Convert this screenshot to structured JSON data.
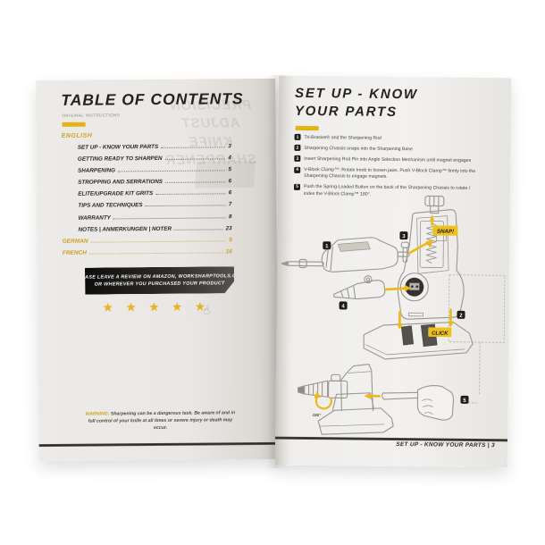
{
  "accent_color": "#E3B318",
  "left_page": {
    "title": "TABLE OF CONTENTS",
    "subtitle": "ORIGINAL INSTRUCTIONS",
    "ghost_showthrough": "PRECISION ADJUST KNIFE SHARPENER",
    "english_label": "ENGLISH",
    "toc": [
      {
        "label": "SET UP - KNOW YOUR PARTS",
        "page": "3"
      },
      {
        "label": "GETTING READY TO SHARPEN",
        "page": "4"
      },
      {
        "label": "SHARPENING",
        "page": "5"
      },
      {
        "label": "STROPPING AND SERRATIONS",
        "page": "6"
      },
      {
        "label": "ELITE/UPGRADE KIT GRITS",
        "page": "6"
      },
      {
        "label": "TIPS AND TECHNIQUES",
        "page": "7"
      },
      {
        "label": "WARRANTY",
        "page": "8"
      },
      {
        "label": "NOTES | ANMERKUNGEN | NOTER",
        "page": "23"
      }
    ],
    "languages": [
      {
        "label": "GERMAN",
        "page": "9"
      },
      {
        "label": "FRENCH",
        "page": "16"
      }
    ],
    "review_box": {
      "line1": "PLEASE LEAVE A REVIEW ON AMAZON, WORKSHARPTOOLS.COM",
      "line2": "OR WHEREVER YOU PURCHASED YOUR PRODUCT"
    },
    "stars": "★ ★ ★ ★ ★",
    "hand_icon": "☝",
    "warning": {
      "prefix": "WARNING:",
      "text": " Sharpening can be a dangerous task. Be aware of and in full control of your knife at all times or severe injury or death may occur."
    }
  },
  "right_page": {
    "title_line1": "SET UP - KNOW",
    "title_line2": "YOUR PARTS",
    "steps": [
      {
        "num": "1",
        "text": "Tri-Brasive® and the Sharpening Rod"
      },
      {
        "num": "2",
        "text": "Sharpening Chassis snaps into the Sharpening Base"
      },
      {
        "num": "3",
        "text": "Insert Sharpening Rod Pin into Angle Selection Mechanism until magnet engages"
      },
      {
        "num": "4",
        "text": "V-Block Clamp™: Rotate knob to loosen jaws. Push V-Block Clamp™ firmly into the Sharpening Chassis to engage magnets."
      },
      {
        "num": "5",
        "text": "Push the Spring-Loaded Button on the back of the Sharpening Chassis to rotate / index the V-Block Clamp™ 180°."
      }
    ],
    "diagram": {
      "snap_label": "SNAP!",
      "click_label": "CLICK",
      "rotate_label": "180°",
      "markers": [
        "1",
        "2",
        "3",
        "4",
        "5"
      ]
    },
    "footer": "SET UP - KNOW YOUR PARTS | 3"
  }
}
